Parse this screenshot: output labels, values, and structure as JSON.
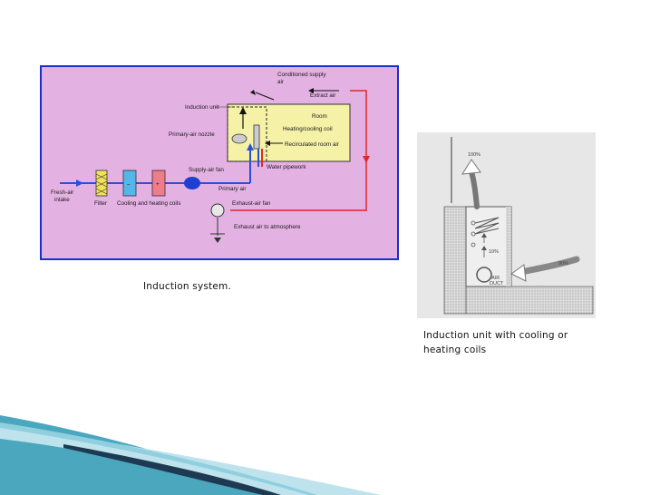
{
  "slide": {
    "caption_left": "Induction system.",
    "caption_right": "Induction unit with cooling or heating coils"
  },
  "left_diagram": {
    "labels": {
      "conditioned_supply_air": "Conditioned supply air",
      "extract_air": "Extract air",
      "induction_unit": "Induction unit",
      "room": "Room",
      "primary_air_nozzle": "Primary-air nozzle",
      "heating_cooling_coil": "Heating/cooling coil",
      "recirculated_room_air": "Recirculated room air",
      "supply_air_fan": "Supply-air fan",
      "water_pipework": "Water pipework",
      "primary_air": "Primary air",
      "fresh_air_intake": "Fresh-air intake",
      "filter": "Filter",
      "cooling_heating_coils": "Cooling and heating coils",
      "exhaust_air_fan": "Exhaust-air fan",
      "exhaust_air_to_atmosphere": "Exhaust air to atmosphere"
    },
    "colors": {
      "background": "#e4b1e3",
      "frame": "#1a2fd0",
      "room_fill": "#f5f1a7",
      "duct_blue": "#2b4fd8",
      "duct_red": "#e02828",
      "filter_fill": "#f2e15a",
      "cooling_coil_fill": "#54b7e8",
      "heating_coil_fill": "#ee7c8a",
      "fan_fill": "#1f3fd0"
    }
  },
  "right_diagram": {
    "labels": {
      "percent_100": "100%",
      "percent_10": "10%",
      "percent_90": "90%",
      "air_duct": "AIR DUCT"
    }
  },
  "footer": {
    "colors": {
      "teal": "#4aa7bd",
      "light_blue": "#bfe3ec",
      "navy": "#1d3a52"
    }
  }
}
